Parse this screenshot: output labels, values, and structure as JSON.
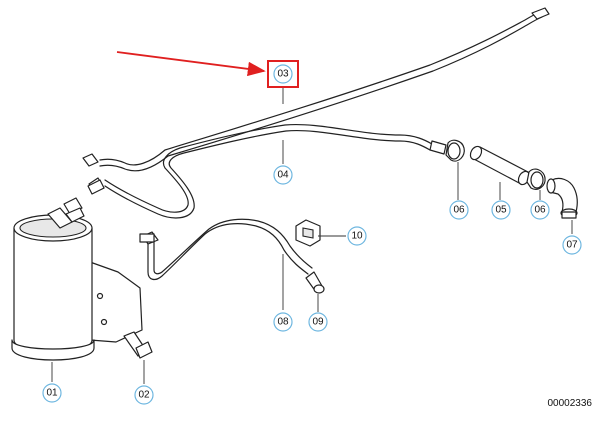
{
  "diagram_id": "00002336",
  "highlight_color": "#e02020",
  "callout_color": "#6fb7e0",
  "highlighted_callout": "03",
  "callouts": [
    {
      "id": "c03",
      "label": "03"
    },
    {
      "id": "c04",
      "label": "04"
    },
    {
      "id": "c06a",
      "label": "06"
    },
    {
      "id": "c05",
      "label": "05"
    },
    {
      "id": "c06b",
      "label": "06"
    },
    {
      "id": "c07",
      "label": "07"
    },
    {
      "id": "c10",
      "label": "10"
    },
    {
      "id": "c08",
      "label": "08"
    },
    {
      "id": "c09",
      "label": "09"
    },
    {
      "id": "c01",
      "label": "01"
    },
    {
      "id": "c02",
      "label": "02"
    }
  ]
}
